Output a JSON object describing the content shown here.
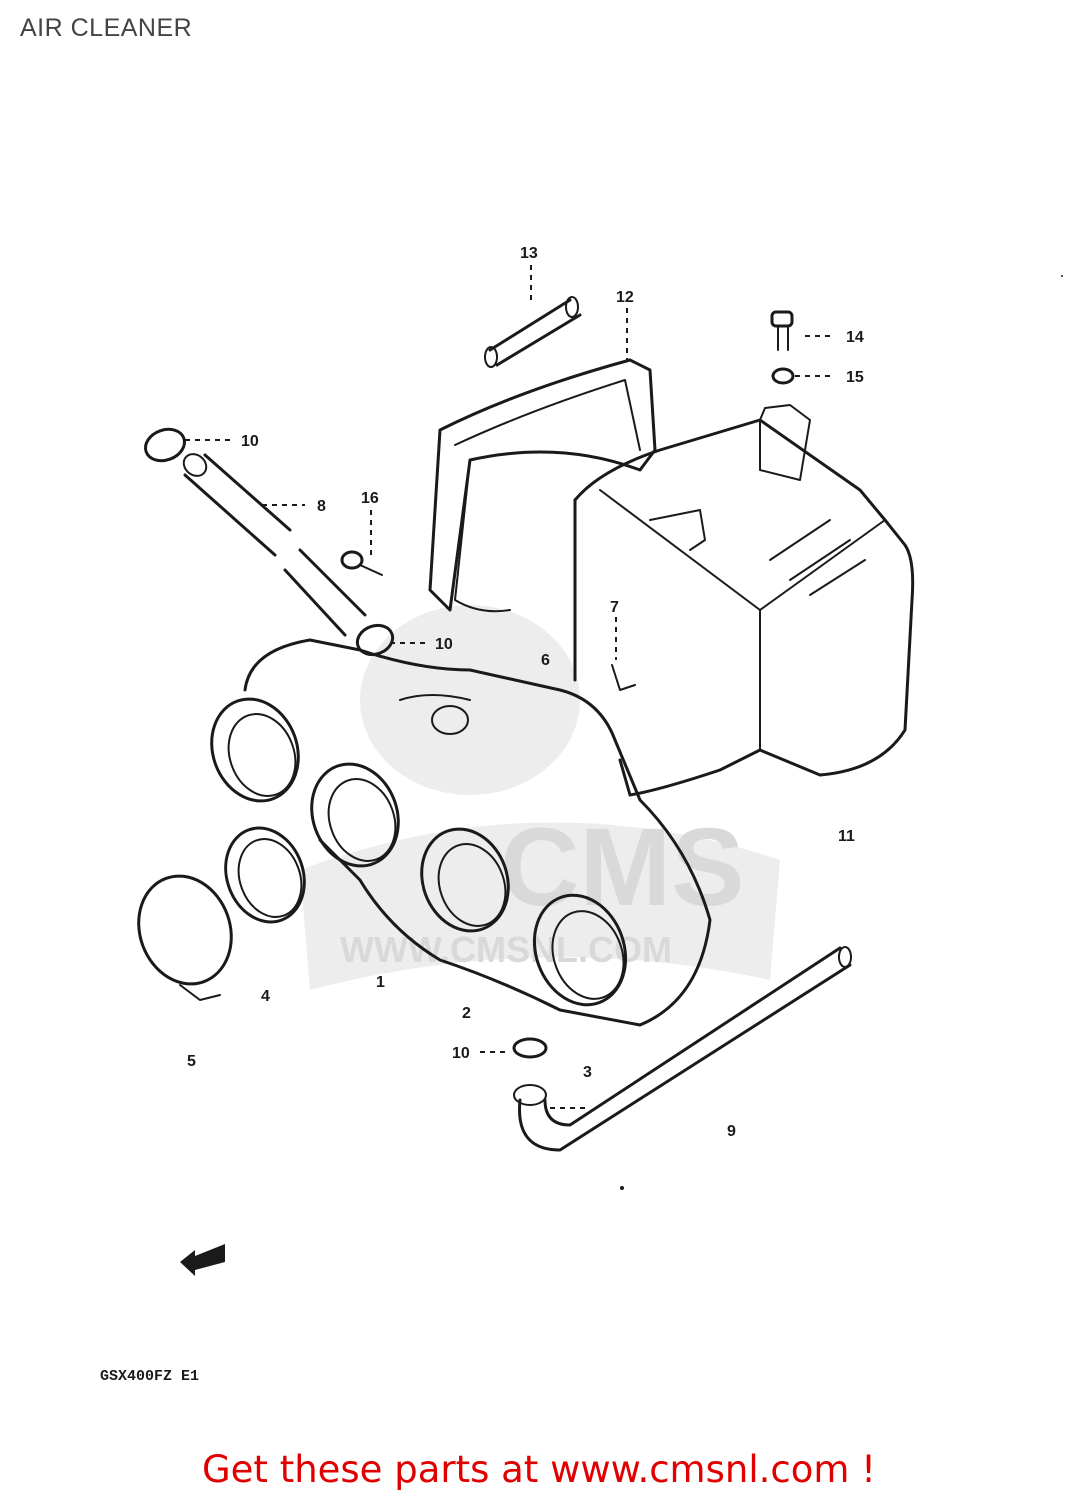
{
  "title": "AIR CLEANER",
  "model_code": "GSX400FZ E1",
  "watermark": {
    "brand": "CMS",
    "url": "WWW.CMSNL.COM"
  },
  "footer": {
    "text": "Get these parts at www.cmsnl.com !",
    "color": "#e00000"
  },
  "callouts": [
    "13",
    "12",
    "14",
    "15",
    "10",
    "8",
    "16",
    "10",
    "7",
    "6",
    "11",
    "1",
    "4",
    "2",
    "5",
    "10",
    "3",
    "9"
  ]
}
